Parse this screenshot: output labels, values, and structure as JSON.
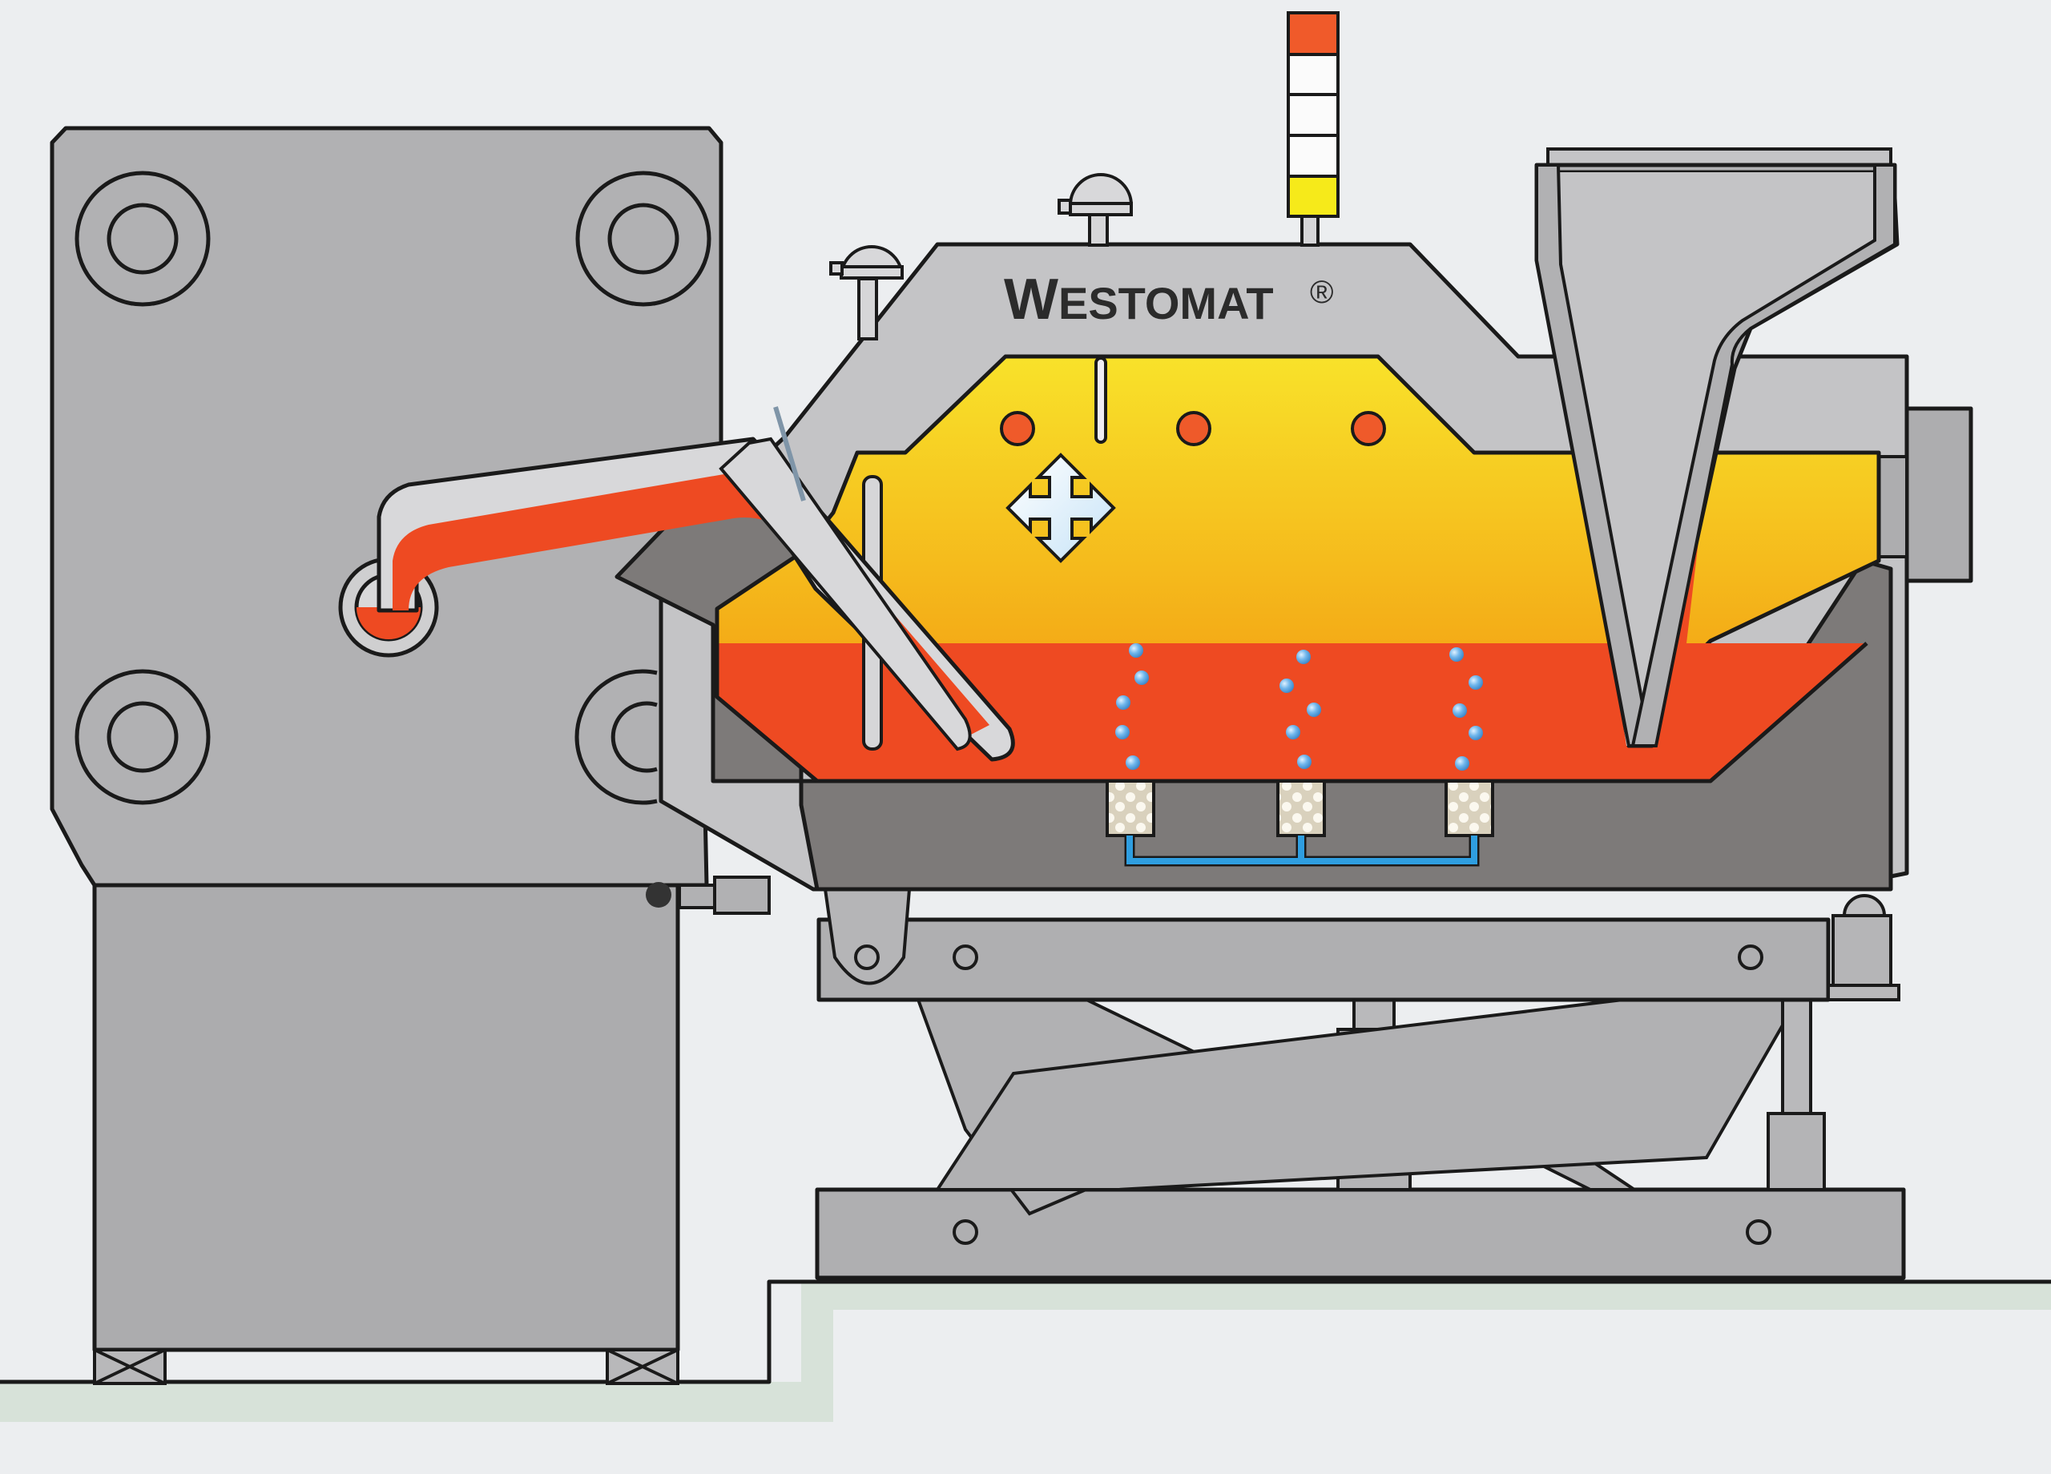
{
  "diagram": {
    "title_initial": "W",
    "title_rest": "ESTOMAT",
    "registered_mark": "®",
    "signal_tower": {
      "segments": [
        "red",
        "white",
        "white",
        "white",
        "yellow"
      ]
    },
    "colors": {
      "background": "#eceef0",
      "machine_gray": "#b1b1b3",
      "body_light_gray": "#c4c4c6",
      "refractory_dark_gray": "#7d7a79",
      "molten_metal": "#ee4a22",
      "gas_yellow_top": "#f8e22a",
      "gas_orange_bottom": "#f2920e",
      "signal_red": "#f05a2a",
      "signal_yellow": "#f6ea1a",
      "gas_bubble_blue": "#6fb6ec",
      "gas_line_blue": "#2f9ee0",
      "porous_plug": "#ebe4d2",
      "floor_green": "#d7e2d9"
    },
    "bubble_columns": 3,
    "porous_plugs": 3,
    "heater_ports": 3
  }
}
